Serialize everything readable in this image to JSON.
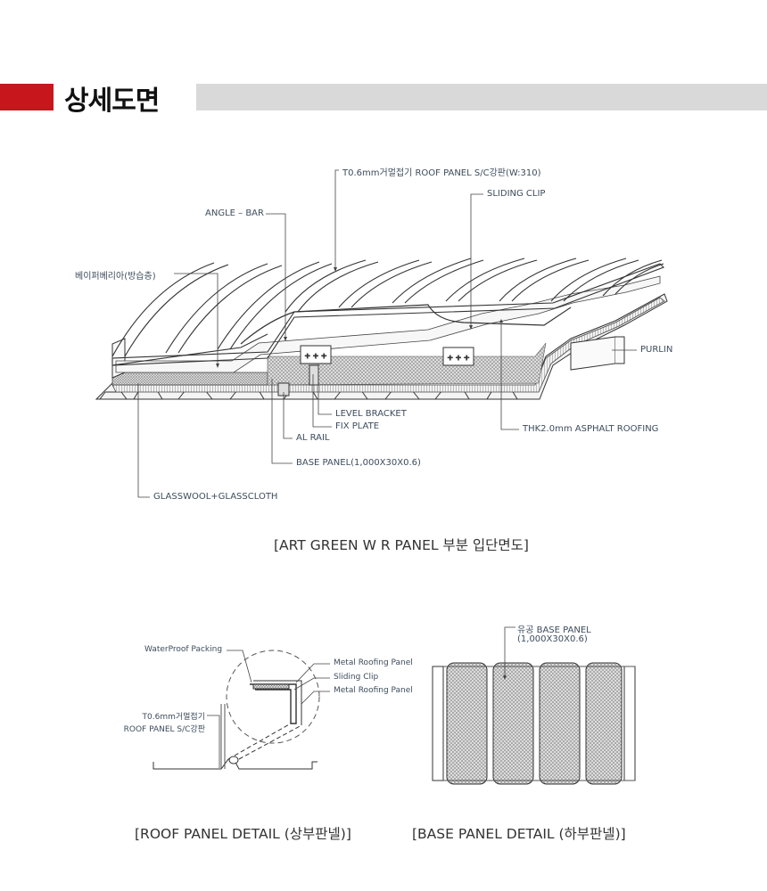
{
  "header": {
    "title": "상세도면"
  },
  "main_diagram": {
    "labels": {
      "roof_panel": "T0.6mm거멀접기 ROOF PANEL S/C강판(W:310)",
      "sliding_clip": "SLIDING CLIP",
      "angle_bar": "ANGLE – BAR",
      "vapor_barrier": "베이퍼베리아(방습층)",
      "purlin": "PURLIN",
      "level_bracket": "LEVEL BRACKET",
      "fix_plate": "FIX PLATE",
      "al_rail": "AL RAIL",
      "asphalt_roofing": "THK2.0mm  ASPHALT ROOFING",
      "base_panel": "BASE PANEL(1,000X30X0.6)",
      "glasswool": "GLASSWOOL+GLASSCLOTH"
    },
    "caption": "[ART GREEN W R PANEL 부분 입단면도]"
  },
  "roof_detail": {
    "labels": {
      "waterproof": "WaterProof Packing",
      "metal_panel_1": "Metal Roofing Panel",
      "sliding_clip": "Sliding Clip",
      "metal_panel_2": "Metal Roofing Panel",
      "roof_panel_line1": "T0.6mm거멀접기",
      "roof_panel_line2": "ROOF PANEL S/C강판"
    },
    "caption": "[ROOF PANEL DETAIL (상부판넬)]"
  },
  "base_detail": {
    "labels": {
      "line1": "유공 BASE PANEL",
      "line2": "(1,000X30X0.6)"
    },
    "caption": "[BASE PANEL DETAIL (하부판넬)]"
  }
}
